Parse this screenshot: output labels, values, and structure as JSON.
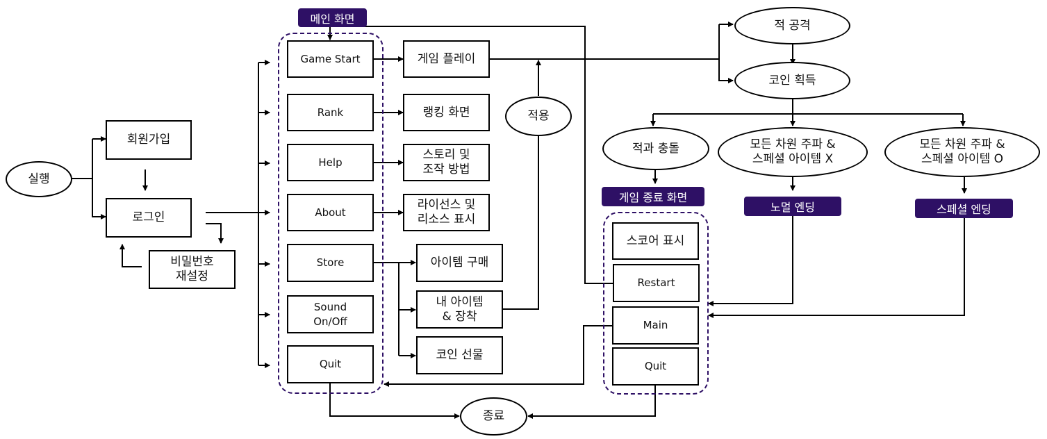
{
  "colors": {
    "accent": "#2e1065",
    "line": "#000000"
  },
  "nodes": {
    "run": "실행",
    "signup": "회원가입",
    "login": "로그인",
    "reset_pw": "비밀번호\n재설정",
    "main_screen_label": "메인 화면",
    "menu": {
      "game_start": "Game Start",
      "rank": "Rank",
      "help": "Help",
      "about": "About",
      "store": "Store",
      "sound": "Sound\nOn/Off",
      "quit": "Quit"
    },
    "game_play": "게임 플레이",
    "ranking_screen": "랭킹 화면",
    "story_controls": "스토리 및\n조작 방법",
    "license_resources": "라이선스 및\n리소스 표시",
    "buy_item": "아이템 구매",
    "my_items": "내 아이템\n& 장착",
    "coin_gift": "코인 선물",
    "apply": "적용",
    "exit": "종료",
    "enemy_attack": "적 공격",
    "coin_gain": "코인 획득",
    "enemy_collision": "적과  충돌",
    "all_clear_no_special": "모든 차원 주파 &\n스페셜 아이템 X",
    "all_clear_special": "모든 차원 주파 &\n스페셜 아이템 O",
    "game_over_label": "게임 종료 화면",
    "normal_ending": "노멀 엔딩",
    "special_ending": "스페셜 엔딩",
    "game_over": {
      "score": "스코어 표시",
      "restart": "Restart",
      "main": "Main",
      "quit": "Quit"
    }
  }
}
